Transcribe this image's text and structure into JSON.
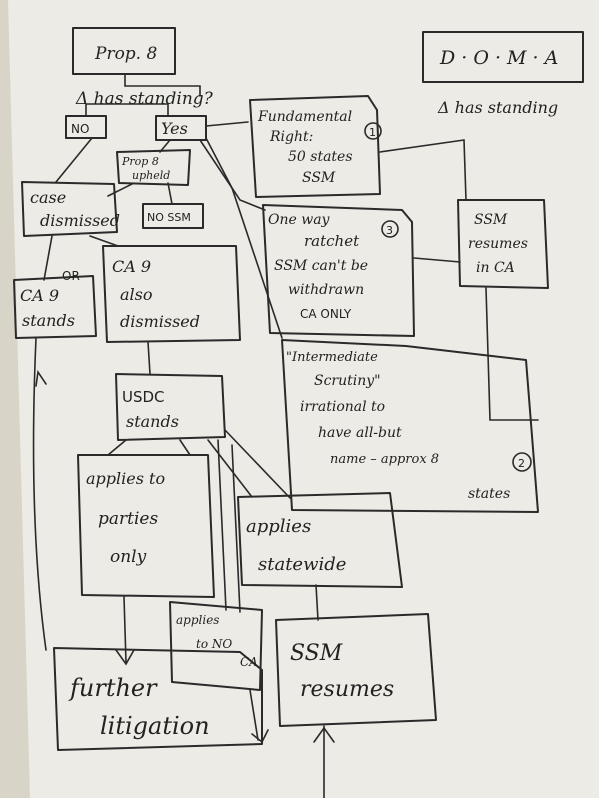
{
  "diagram": {
    "prop8": "Prop. 8",
    "doma": "D · O · M · A",
    "prop8_question": "Δ has standing?",
    "doma_question": "Δ has standing",
    "no": "NO",
    "yes": "Yes",
    "prop8_upheld": [
      "Prop 8",
      "upheld"
    ],
    "no_ssm": "NO SSM",
    "case_dismissed": [
      "case",
      "dismissed"
    ],
    "or": "OR",
    "ca9_stands": [
      "CA 9",
      "stands"
    ],
    "ca9_also_dismissed": [
      "CA 9",
      "also",
      "dismissed"
    ],
    "fundamental_right": [
      "Fundamental",
      "Right:",
      "50 states",
      "SSM"
    ],
    "fundamental_right_num": "1",
    "one_way_ratchet": [
      "One way",
      "ratchet",
      "SSM can't be",
      "withdrawn",
      "CA ONLY"
    ],
    "one_way_ratchet_num": "3",
    "ssm_resumes_in_ca": [
      "SSM",
      "resumes",
      "in CA"
    ],
    "intermediate_scrutiny": [
      "\"Intermediate",
      "Scrutiny\"",
      "irrational to",
      "have all-but",
      "name – approx 8",
      "states"
    ],
    "intermediate_num": "2",
    "usdc_stands": [
      "USDC",
      "stands"
    ],
    "applies_parties": [
      "applies to",
      "parties",
      "only"
    ],
    "applies_statewide": [
      "applies",
      "statewide"
    ],
    "applies_to_no_ca": [
      "applies",
      "to NO",
      "CA"
    ],
    "ssm_resumes": [
      "SSM",
      "resumes"
    ],
    "further_litigation": [
      "further",
      "litigation"
    ]
  }
}
